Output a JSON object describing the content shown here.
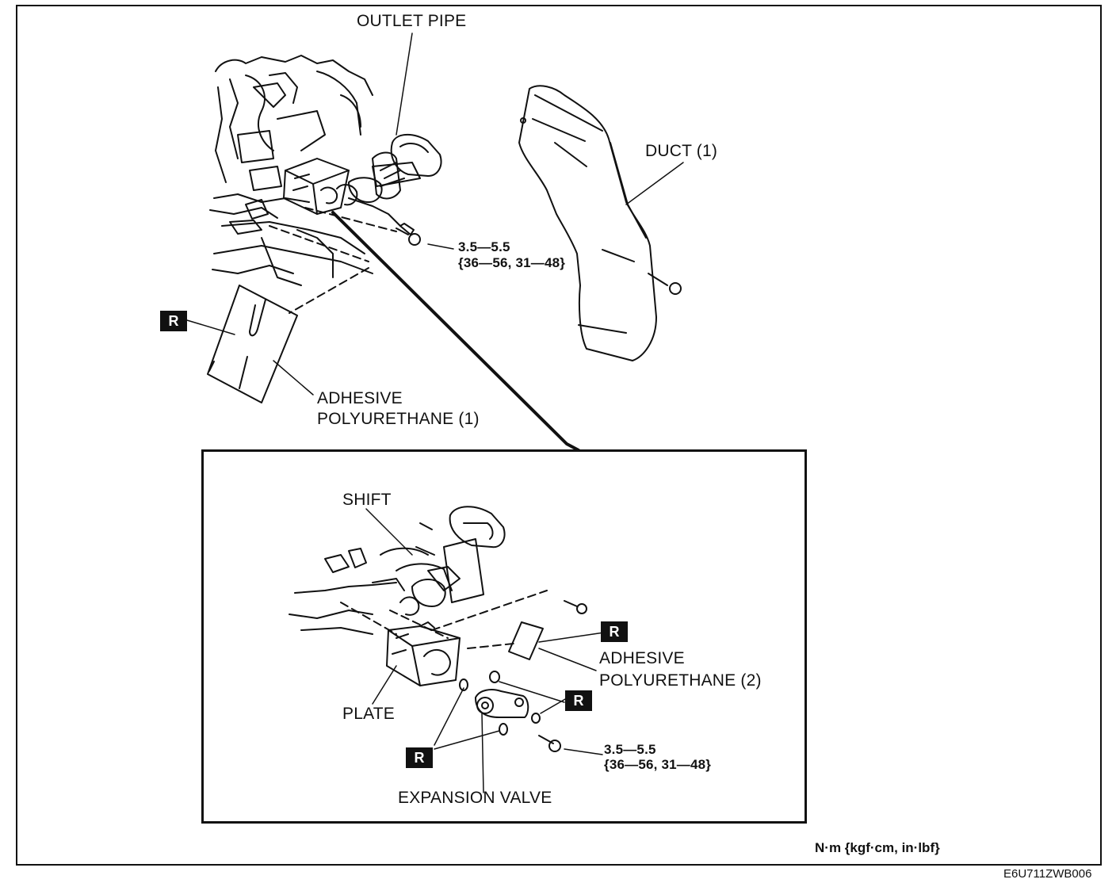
{
  "labels": {
    "outlet_pipe": "OUTLET PIPE",
    "duct": "DUCT (1)",
    "torque_top_line1": "3.5—5.5",
    "torque_top_line2": "{36—56, 31—48}",
    "adhesive1_line1": "ADHESIVE",
    "adhesive1_line2": "POLYURETHANE (1)",
    "shift": "SHIFT",
    "adhesive2_line1": "ADHESIVE",
    "adhesive2_line2": "POLYURETHANE (2)",
    "plate": "PLATE",
    "torque_bottom_line1": "3.5—5.5",
    "torque_bottom_line2": "{36—56, 31—48}",
    "expansion_valve": "EXPANSION VALVE"
  },
  "replace_badge": "R",
  "units": "N·m {kgf·cm,  in·lbf}",
  "figure_code": "E6U711ZWB006"
}
